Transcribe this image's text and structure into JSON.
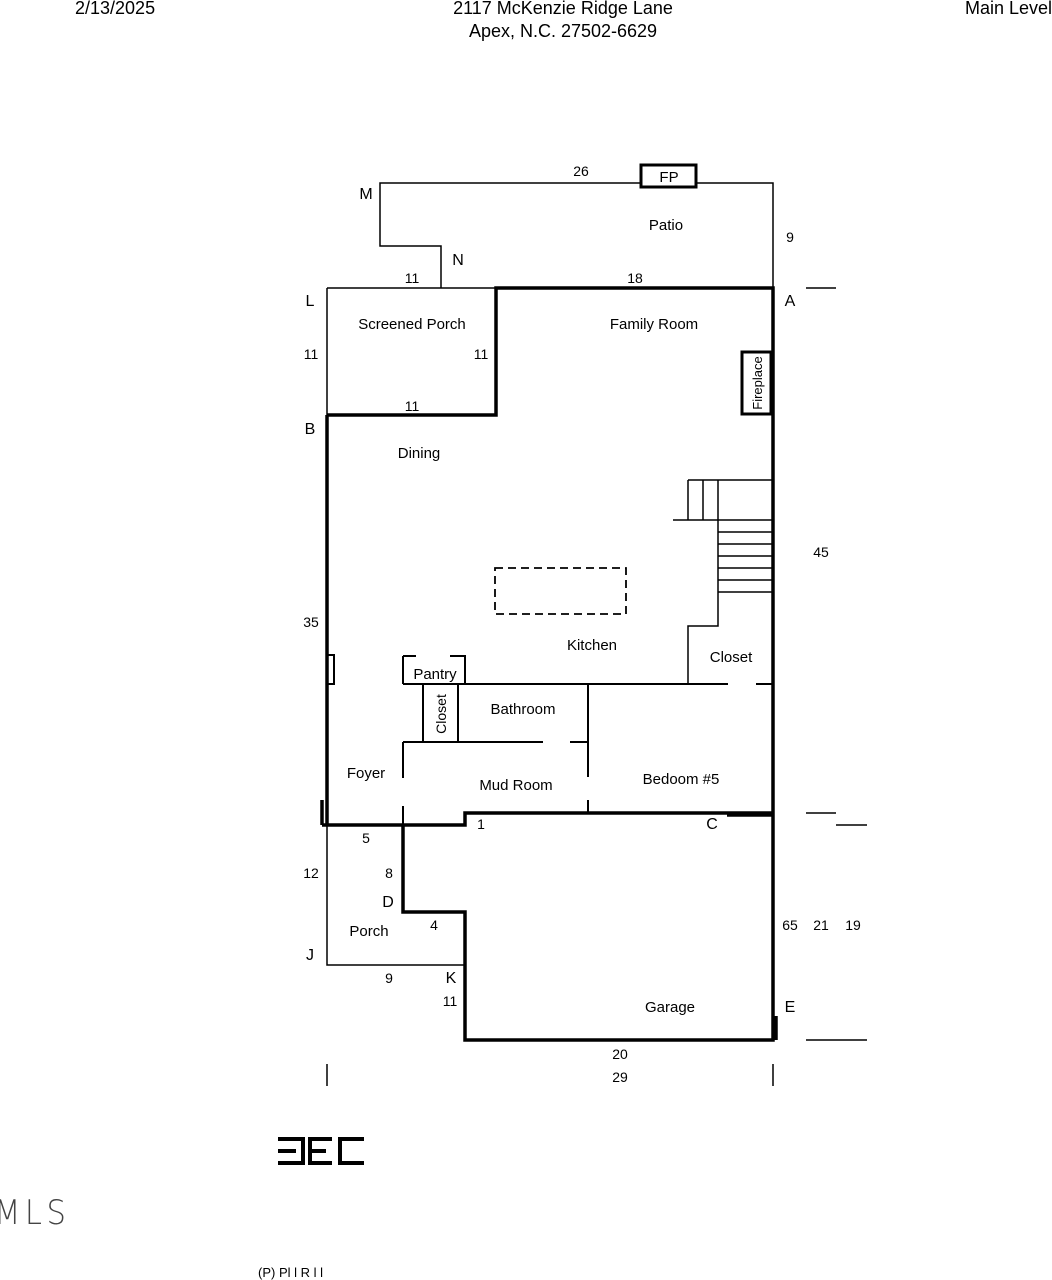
{
  "header": {
    "date": "2/13/2025",
    "address_line1": "2117 McKenzie Ridge Lane",
    "address_line2": "Apex, N.C. 27502-6629",
    "level": "Main Level"
  },
  "rooms": {
    "patio": "Patio",
    "fp": "FP",
    "screened_porch": "Screened Porch",
    "family_room": "Family Room",
    "fireplace": "Fireplace",
    "dining": "Dining",
    "kitchen": "Kitchen",
    "closet_main": "Closet",
    "pantry": "Pantry",
    "closet_small": "Closet",
    "bathroom": "Bathroom",
    "foyer": "Foyer",
    "mud_room": "Mud Room",
    "bedroom5": "Bedoom #5",
    "porch": "Porch",
    "garage": "Garage"
  },
  "points": {
    "M": "M",
    "N": "N",
    "L": "L",
    "A": "A",
    "B": "B",
    "C": "C",
    "D": "D",
    "J": "J",
    "K": "K",
    "E": "E"
  },
  "dimensions": {
    "patio_top": "26",
    "patio_right": "9",
    "n_left": "11",
    "family_top": "18",
    "sp_left": "11",
    "sp_right": "11",
    "sp_bottom": "11",
    "left_35": "35",
    "right_45": "45",
    "foyer_5": "5",
    "porch_12": "12",
    "porch_8": "8",
    "porch_4": "4",
    "porch_9": "9",
    "k_11": "11",
    "c_1": "1",
    "g_65": "65",
    "g_21": "21",
    "g_19": "19",
    "garage_bottom": "20",
    "overall_bottom": "29"
  },
  "logo_text": "MLS",
  "footer_text": "(P)   Pl      l      R    l  l"
}
